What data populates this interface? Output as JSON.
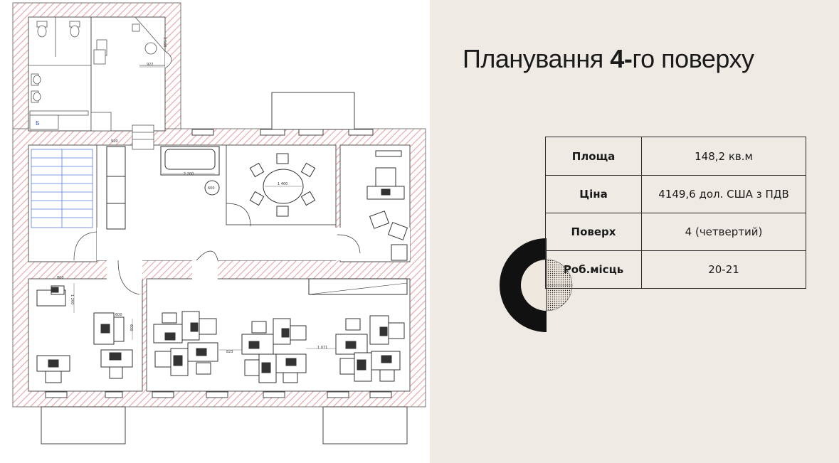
{
  "title": {
    "prefix": "Планування ",
    "bold": "4-",
    "suffix": "го поверху"
  },
  "info": [
    {
      "label": "Площа",
      "value": "148,2 кв.м"
    },
    {
      "label": "Ціна",
      "value": "4149,6 дол. США з ПДВ"
    },
    {
      "label": "Поверх",
      "value": "4 (четвертий)"
    },
    {
      "label": "Роб.місць",
      "value": "20-21"
    }
  ],
  "plan": {
    "room_marker": "Б",
    "dimensions": [
      "922",
      "1.500",
      "920",
      "2 200",
      "600",
      "1 400",
      "800",
      "1 200",
      "600",
      "600",
      "823",
      "1 071"
    ]
  },
  "colors": {
    "hatch": "#e8a4a4",
    "wall": "#555555",
    "ink": "#1a1a1a",
    "stair": "#5a7be0"
  }
}
